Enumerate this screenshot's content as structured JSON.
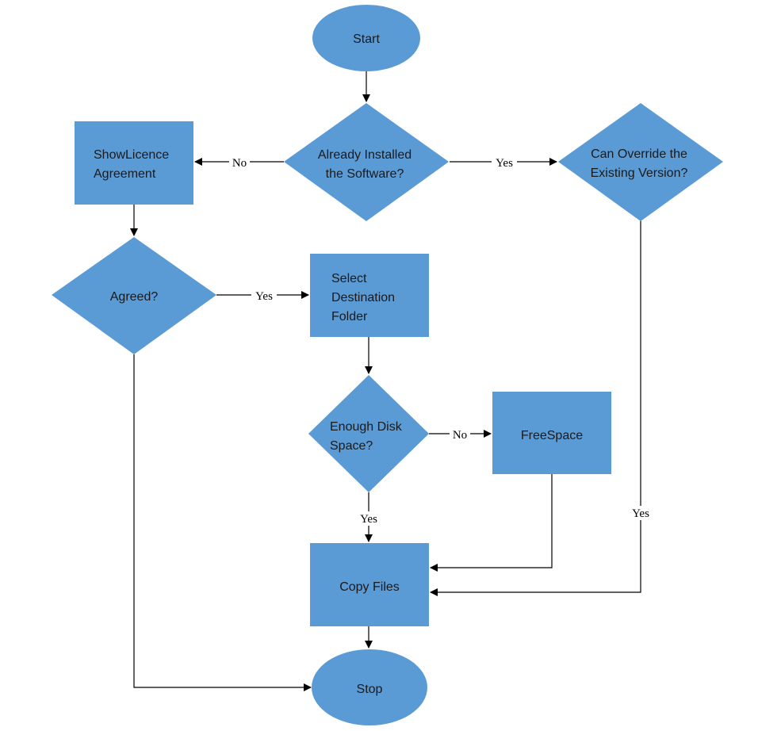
{
  "diagram": {
    "type": "flowchart",
    "colors": {
      "node_fill": "#5b9bd5",
      "edge": "#000000",
      "background": "#ffffff"
    },
    "nodes": {
      "start": {
        "shape": "ellipse",
        "lines": [
          "Start"
        ]
      },
      "already_installed": {
        "shape": "diamond",
        "lines": [
          "Already Installed",
          "the Software?"
        ]
      },
      "show_licence": {
        "shape": "rectangle",
        "lines": [
          "ShowLicence",
          "Agreement"
        ]
      },
      "can_override": {
        "shape": "diamond",
        "lines": [
          "Can Override the",
          "Existing Version?"
        ]
      },
      "agreed": {
        "shape": "diamond",
        "lines": [
          "Agreed?"
        ]
      },
      "select_destination": {
        "shape": "rectangle",
        "lines": [
          "Select",
          "Destination",
          "Folder"
        ]
      },
      "enough_disk": {
        "shape": "diamond",
        "lines": [
          "Enough Disk",
          "Space?"
        ]
      },
      "free_space": {
        "shape": "rectangle",
        "lines": [
          "FreeSpace"
        ]
      },
      "copy_files": {
        "shape": "rectangle",
        "lines": [
          "Copy Files"
        ]
      },
      "stop": {
        "shape": "ellipse",
        "lines": [
          "Stop"
        ]
      }
    },
    "edges": {
      "start_to_installed": {
        "from": "start",
        "to": "already_installed",
        "label": ""
      },
      "installed_no": {
        "from": "already_installed",
        "to": "show_licence",
        "label": "No"
      },
      "installed_yes": {
        "from": "already_installed",
        "to": "can_override",
        "label": "Yes"
      },
      "licence_to_agreed": {
        "from": "show_licence",
        "to": "agreed",
        "label": ""
      },
      "agreed_yes": {
        "from": "agreed",
        "to": "select_destination",
        "label": "Yes"
      },
      "select_to_disk": {
        "from": "select_destination",
        "to": "enough_disk",
        "label": ""
      },
      "disk_no": {
        "from": "enough_disk",
        "to": "free_space",
        "label": "No"
      },
      "disk_yes": {
        "from": "enough_disk",
        "to": "copy_files",
        "label": "Yes"
      },
      "freespace_to_copy": {
        "from": "free_space",
        "to": "copy_files",
        "label": ""
      },
      "override_yes": {
        "from": "can_override",
        "to": "copy_files",
        "label": "Yes"
      },
      "copy_to_stop": {
        "from": "copy_files",
        "to": "stop",
        "label": ""
      },
      "agreed_to_stop": {
        "from": "agreed",
        "to": "stop",
        "label": ""
      }
    }
  }
}
